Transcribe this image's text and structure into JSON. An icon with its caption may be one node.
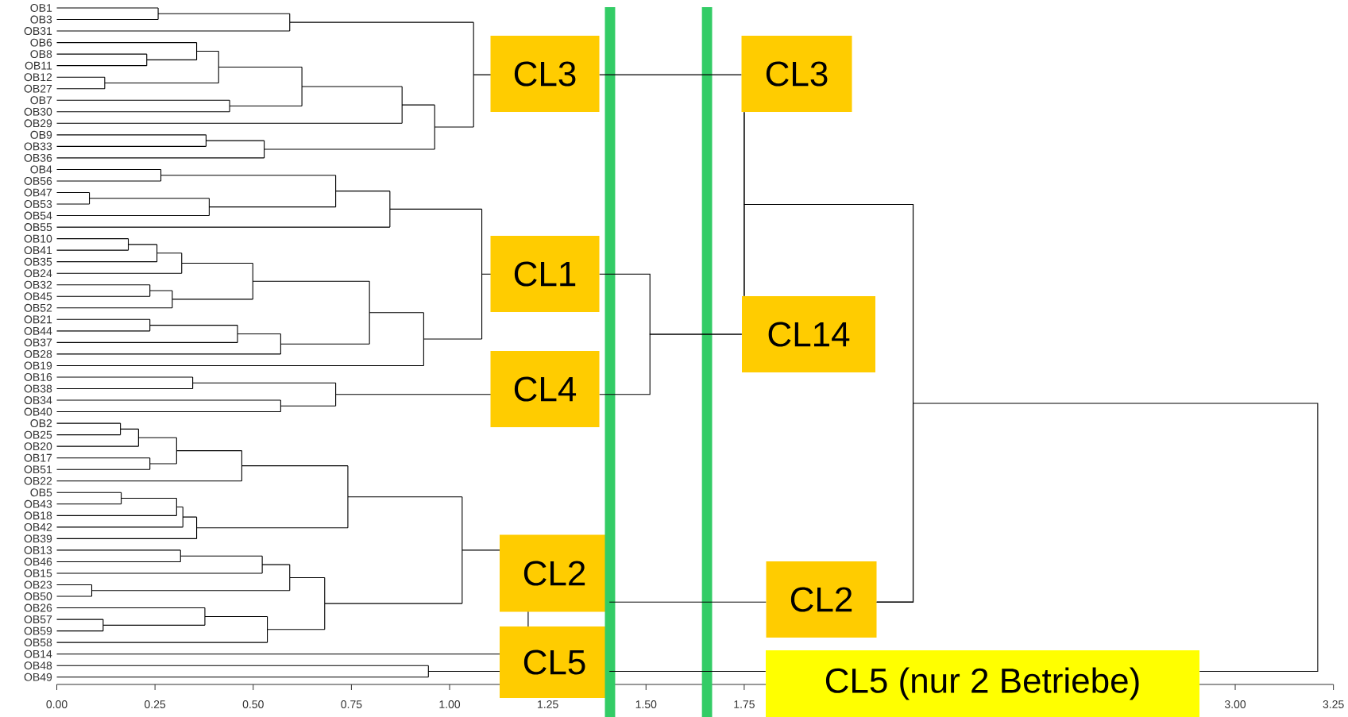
{
  "diagram": {
    "nodes": [
      {
        "text": [
          "CL3"
        ]
      },
      {
        "text": [
          "CL3"
        ]
      },
      {
        "text": [
          "CL1"
        ]
      },
      {
        "text": [
          "CL14"
        ]
      },
      {
        "text": [
          "CL4"
        ]
      },
      {
        "text": [
          "CL2"
        ]
      },
      {
        "text": [
          "CL2"
        ]
      },
      {
        "text": [
          "CL5"
        ]
      },
      {
        "text": [
          "CL5 (nur 2 Betriebe)"
        ]
      },
      {
        "text": [],
        "shape": "bar"
      },
      {
        "text": [],
        "shape": "bar"
      }
    ],
    "edges": [
      {
        "from": 0,
        "to": 1,
        "arrow": "none"
      },
      {
        "from": 2,
        "to": 3,
        "arrow": "none"
      },
      {
        "from": 4,
        "to": 3,
        "arrow": "none"
      },
      {
        "from": 1,
        "to": 3,
        "arrow": "none"
      },
      {
        "from": 5,
        "to": 6,
        "arrow": "none"
      },
      {
        "from": 6,
        "to": 1,
        "arrow": "none"
      },
      {
        "from": 6,
        "to": 3,
        "arrow": "none"
      },
      {
        "from": 7,
        "to": 8,
        "arrow": "none"
      },
      {
        "from": 8,
        "to": 6,
        "arrow": "none"
      }
    ],
    "labels": [
      "OB1",
      "OB3",
      "OB31",
      "OB6",
      "OB8",
      "OB11",
      "OB12",
      "OB27",
      "OB7",
      "OB30",
      "OB29",
      "OB9",
      "OB33",
      "OB36",
      "OB4",
      "OB56",
      "OB47",
      "OB53",
      "OB54",
      "OB55",
      "OB10",
      "OB41",
      "OB35",
      "OB24",
      "OB32",
      "OB45",
      "OB52",
      "OB21",
      "OB44",
      "OB37",
      "OB28",
      "OB19",
      "OB16",
      "OB38",
      "OB34",
      "OB40",
      "OB2",
      "OB25",
      "OB20",
      "OB17",
      "OB51",
      "OB22",
      "OB5",
      "OB43",
      "OB18",
      "OB42",
      "OB39",
      "OB13",
      "OB46",
      "OB15",
      "OB23",
      "OB50",
      "OB26",
      "OB57",
      "OB59",
      "OB58",
      "OB14",
      "OB48",
      "OB49",
      "0.00",
      "0.25",
      "0.50",
      "0.75",
      "1.00",
      "1.25",
      "1.50",
      "1.75",
      "3.00",
      "3.25"
    ]
  }
}
